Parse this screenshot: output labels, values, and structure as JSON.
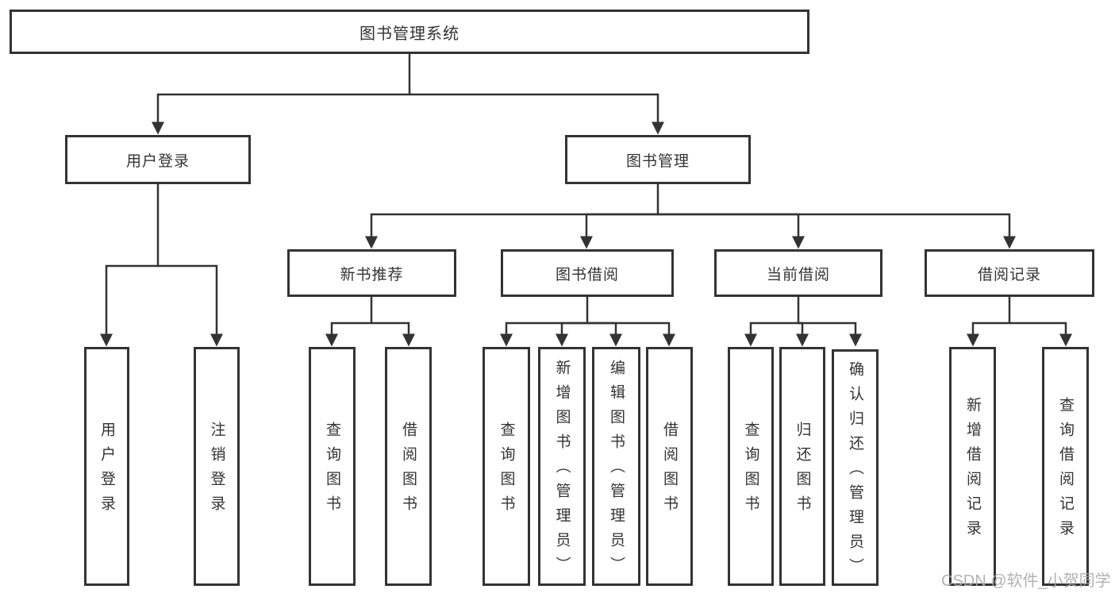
{
  "tree": {
    "root": {
      "label": "图书管理系统"
    },
    "children": [
      {
        "label": "用户登录",
        "leaves": [
          "用户登录",
          "注销登录"
        ]
      },
      {
        "label": "图书管理",
        "children": [
          {
            "label": "新书推荐",
            "leaves": [
              "查询图书",
              "借阅图书"
            ]
          },
          {
            "label": "图书借阅",
            "leaves": [
              "查询图书",
              "新增图书（管理员）",
              "编辑图书（管理员）",
              "借阅图书"
            ]
          },
          {
            "label": "当前借阅",
            "leaves": [
              "查询图书",
              "归还图书",
              "确认归还（管理员）"
            ]
          },
          {
            "label": "借阅记录",
            "leaves": [
              "新增借阅记录",
              "查询借阅记录"
            ]
          }
        ]
      }
    ]
  },
  "watermark": {
    "text": "CSDN @软件_小贺同学",
    "color": "#aaaaaa"
  },
  "colors": {
    "line": "#333333",
    "box_border": "#333333",
    "text": "#333333",
    "background": "#ffffff"
  }
}
